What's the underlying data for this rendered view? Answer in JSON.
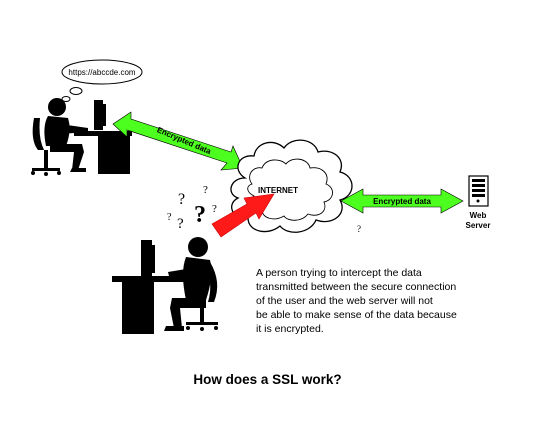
{
  "speech_bubble": {
    "url": "https://abccde.com"
  },
  "arrows": {
    "user_to_internet": "Encrypted data",
    "internet_to_server": "Encrypted data"
  },
  "cloud": {
    "label": "INTERNET"
  },
  "server": {
    "line1": "Web",
    "line2": "Server"
  },
  "question_marks": {
    "q1": "?",
    "q2": "?",
    "q3": "?",
    "q4": "?",
    "q5": "?",
    "q6": "?",
    "q7": "?"
  },
  "description": {
    "line1": "A person trying to intercept the data",
    "line2": "transmitted between the secure connection",
    "line3": "of the user and the web server will not",
    "line4": "be able to make sense of the data because",
    "line5": "it is encrypted."
  },
  "caption": "How does a SSL work?",
  "colors": {
    "encrypted_arrow": "#4cff1e",
    "attack_arrow": "#ff1a1a",
    "silhouette": "#000000"
  }
}
